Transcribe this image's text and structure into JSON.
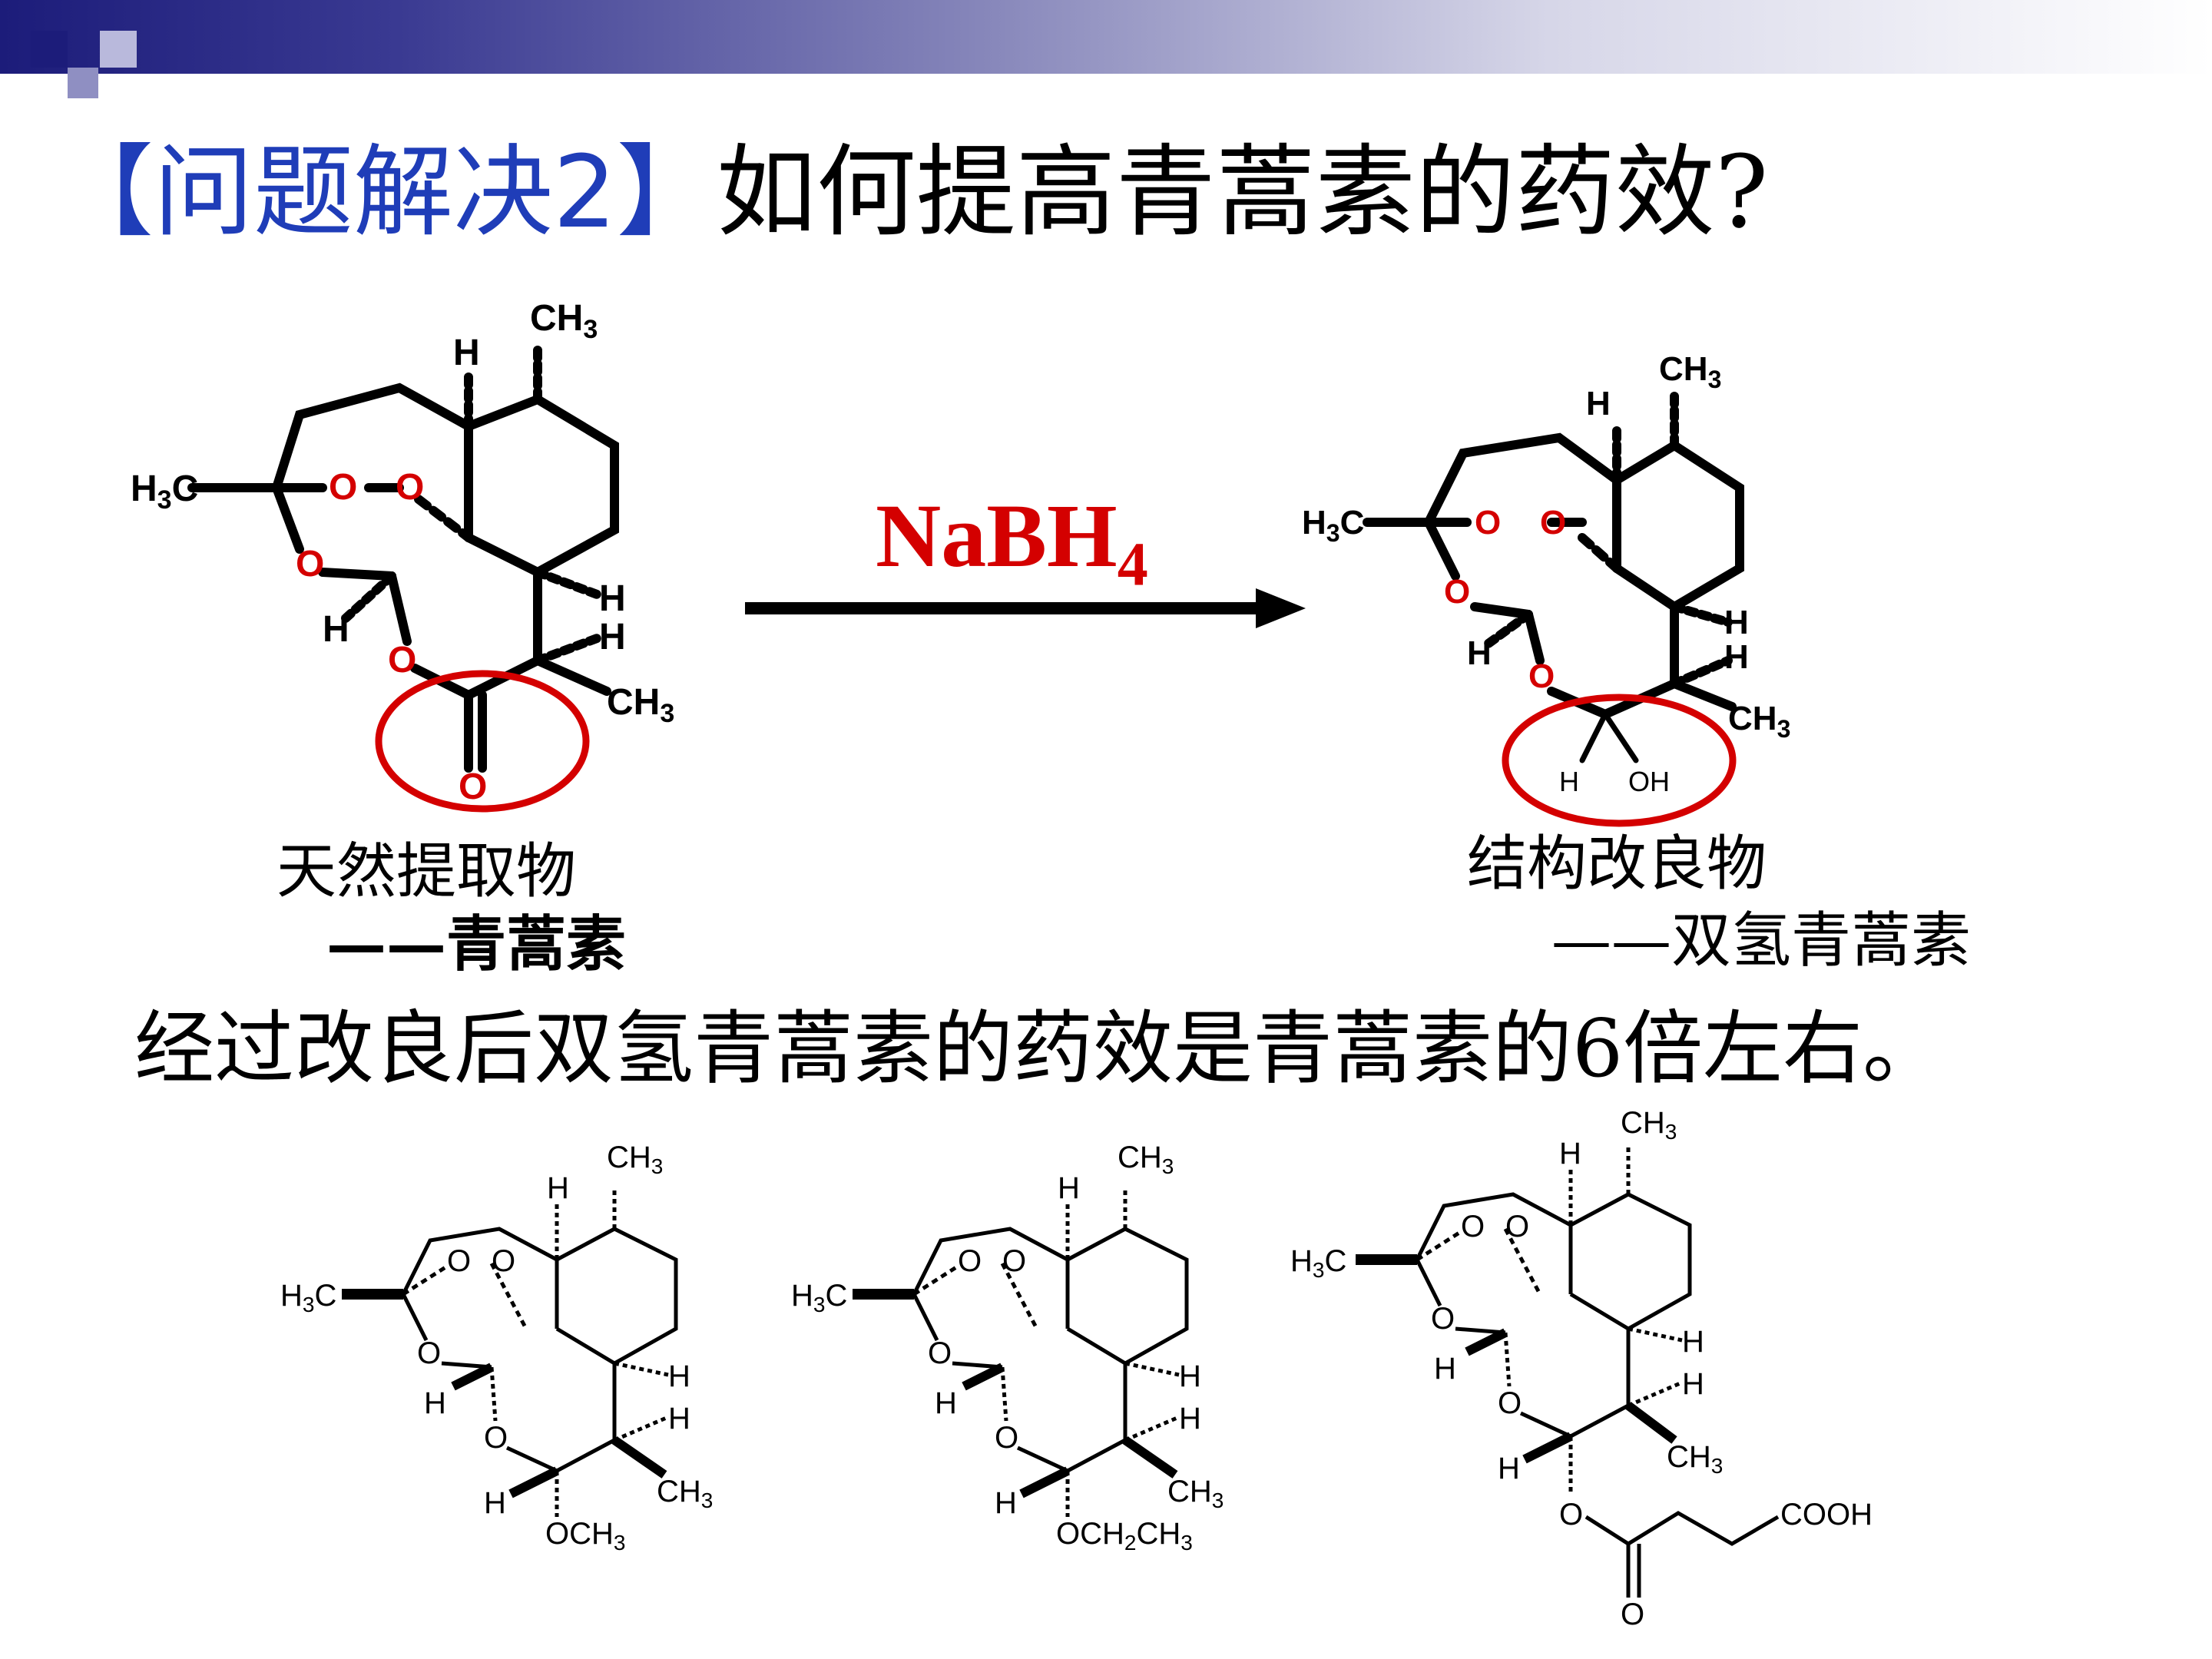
{
  "title": {
    "bracket": "【问题解决2】",
    "question": "如何提高青蒿素的药效?"
  },
  "reaction": {
    "reagent_main": "NaBH",
    "reagent_sub": "4"
  },
  "left_label": {
    "line1": "天然提取物",
    "line2": "——青蒿素"
  },
  "right_label": {
    "line1": "结构改良物",
    "line2": "——双氢青蒿素"
  },
  "conclusion": "经过改良后双氢青蒿素的药效是青蒿素的6倍左右。",
  "structures": {
    "atoms": {
      "CH3": "CH3",
      "H3C": "H3C",
      "H": "H",
      "O": "O",
      "OH": "OH",
      "OCH3": "OCH3",
      "OCH2CH3": "OCH2CH3",
      "COOH": "COOH"
    }
  },
  "colors": {
    "title_blue": "#1f3db8",
    "highlight_red": "#d40000",
    "band_dark": "#1c1c7a"
  }
}
